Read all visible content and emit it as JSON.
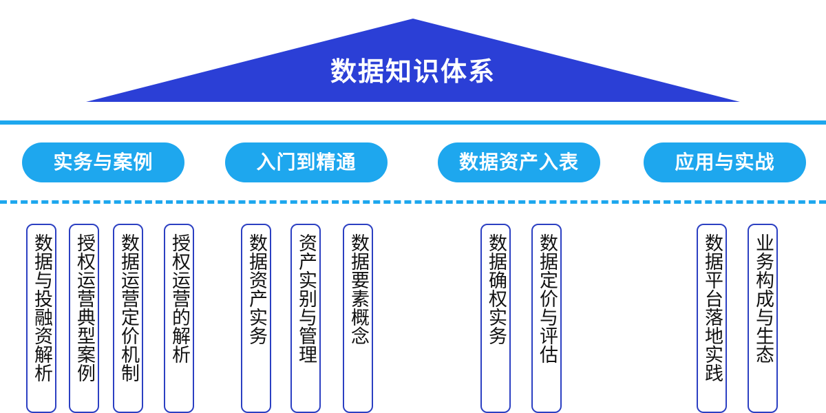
{
  "title": "数据知识体系",
  "colors": {
    "roof": "#2b3fd6",
    "accent": "#1ea7ee",
    "box_border": "#2b3fc2"
  },
  "categories": [
    "实务与案例",
    "入门到精通",
    "数据资产入表",
    "应用与实战"
  ],
  "topics": [
    "数据与投融资解析",
    "授权运营典型案例",
    "数据运营定价机制",
    "授权运营的解析",
    "数据资产实务",
    "资产实别与管理",
    "数据要素概念",
    "数据确权实务",
    "数据定价与评估",
    "数据平台落地实践",
    "业务构成与生态"
  ]
}
